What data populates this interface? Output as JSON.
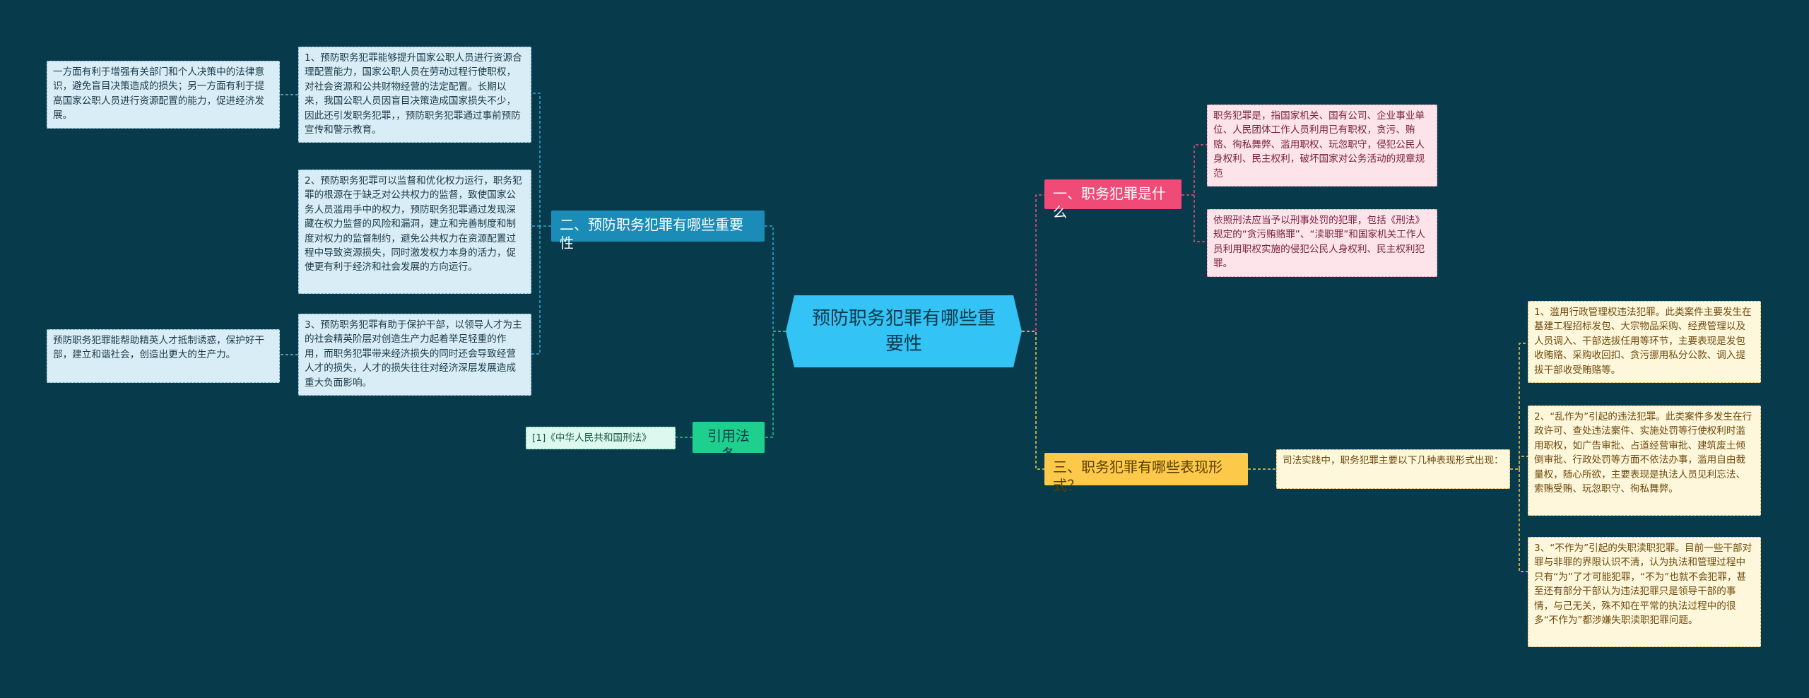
{
  "root": {
    "label": "预防职务犯罪有哪些重要性"
  },
  "branches": {
    "what": {
      "label": "一、职务犯罪是什么",
      "color": "#f04a77",
      "children": [
        "职务犯罪是，指国家机关、国有公司、企业事业单位、人民团体工作人员利用已有职权，贪污、贿赂、徇私舞弊、滥用职权、玩忽职守，侵犯公民人身权利、民主权利，破坏国家对公务活动的规章规范",
        "依照刑法应当予以刑事处罚的犯罪，包括《刑法》规定的“贪污贿赂罪”、“渎职罪”和国家机关工作人员利用职权实施的侵犯公民人身权利、民主权利犯罪。"
      ]
    },
    "importance": {
      "label": "二、预防职务犯罪有哪些重要性",
      "color": "#1b8cb8",
      "children": [
        {
          "text": "1、预防职务犯罪能够提升国家公职人员进行资源合理配置能力，国家公职人员在劳动过程行使职权，对社会资源和公共财物经营的法定配置。长期以来，我国公职人员因盲目决策造成国家损失不少，因此还引发职务犯罪，，预防职务犯罪通过事前预防宣传和警示教育。",
          "sub": "一方面有利于增强有关部门和个人决策中的法律意识，避免盲目决策造成的损失；另一方面有利于提高国家公职人员进行资源配置的能力，促进经济发展。"
        },
        {
          "text": "2、预防职务犯罪可以监督和优化权力运行，职务犯罪的根源在于缺乏对公共权力的监督，致使国家公务人员滥用手中的权力，预防职务犯罪通过发现深藏在权力监督的风险和漏洞，建立和完善制度和制度对权力的监督制约，避免公共权力在资源配置过程中导致资源损失，同时激发权力本身的活力，促使更有利于经济和社会发展的方向运行。"
        },
        {
          "text": "3、预防职务犯罪有助于保护干部，以领导人才为主的社会精英阶层对创造生产力起着举足轻重的作用，而职务犯罪带来经济损失的同时还会导致经营人才的损失，人才的损失往往对经济深层发展造成重大负面影响。",
          "sub": "预防职务犯罪能帮助精英人才抵制诱惑，保护好干部，建立和谐社会，创造出更大的生产力。"
        }
      ]
    },
    "forms": {
      "label": "三、职务犯罪有哪些表现形式？",
      "color": "#fcc94a",
      "intro": "司法实践中，职务犯罪主要以下几种表现形式出现：",
      "children": [
        "1、滥用行政管理权违法犯罪。此类案件主要发生在基建工程招标发包、大宗物品采购、经费管理以及人员调入、干部选拔任用等环节，主要表现是发包收贿赂、采购收回扣、贪污挪用私分公款、调入提拔干部收受贿赂等。",
        "2、“乱作为”引起的违法犯罪。此类案件多发生在行政许可、查处违法案件、实施处罚等行使权利时滥用职权，如广告审批、占道经营审批、建筑废土倾倒审批、行政处罚等方面不依法办事，滥用自由裁量权，随心所欲，主要表现是执法人员见利忘法、索贿受贿、玩忽职守、徇私舞弊。",
        "3、“不作为”引起的失职渎职犯罪。目前一些干部对罪与非罪的界限认识不清，认为执法和管理过程中只有“为”了才可能犯罪，“不为”也就不会犯罪，甚至还有部分干部认为违法犯罪只是领导干部的事情，与己无关，殊不知在平常的执法过程中的很多“不作为”都涉嫌失职渎职犯罪问题。"
      ]
    },
    "law": {
      "label": "引用法条",
      "color": "#1fcf8e",
      "children": [
        "[1]《中华人民共和国刑法》"
      ]
    }
  }
}
